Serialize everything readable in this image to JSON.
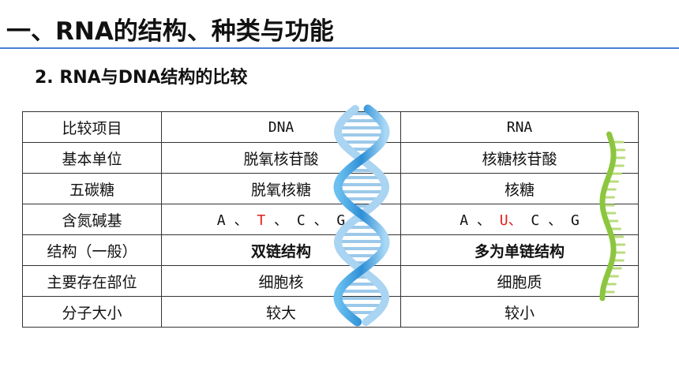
{
  "slide": {
    "title": "一、RNA的结构、种类与功能",
    "subtitle": "2. RNA与DNA结构的比较"
  },
  "table": {
    "header": {
      "item": "比较项目",
      "dna": "DNA",
      "rna": "RNA"
    },
    "rows": [
      {
        "item": "基本单位",
        "dna": "脱氧核苷酸",
        "rna": "核糖核苷酸"
      },
      {
        "item": "五碳糖",
        "dna": "脱氧核糖",
        "rna": "核糖"
      },
      {
        "item": "含氮碱基",
        "dna_bases": [
          "A",
          "T",
          "C",
          "G"
        ],
        "dna_sep": "、",
        "rna_bases": [
          "A",
          "U",
          "C",
          "G"
        ],
        "rna_sep": "、"
      },
      {
        "item": "结构（一般）",
        "dna": "双链结构",
        "rna": "多为单链结构"
      },
      {
        "item": "主要存在部位",
        "dna": "细胞核",
        "rna": "细胞质"
      },
      {
        "item": "分子大小",
        "dna": "较大",
        "rna": "较小"
      }
    ]
  },
  "colors": {
    "accent_rule": "#4a7fd4",
    "highlight_red": "#e0201b",
    "dna_helix": "#3b9ad9",
    "rna_helix": "#8cc63f"
  },
  "icons": {
    "dna": "dna-double-helix-icon",
    "rna": "rna-single-strand-icon"
  }
}
